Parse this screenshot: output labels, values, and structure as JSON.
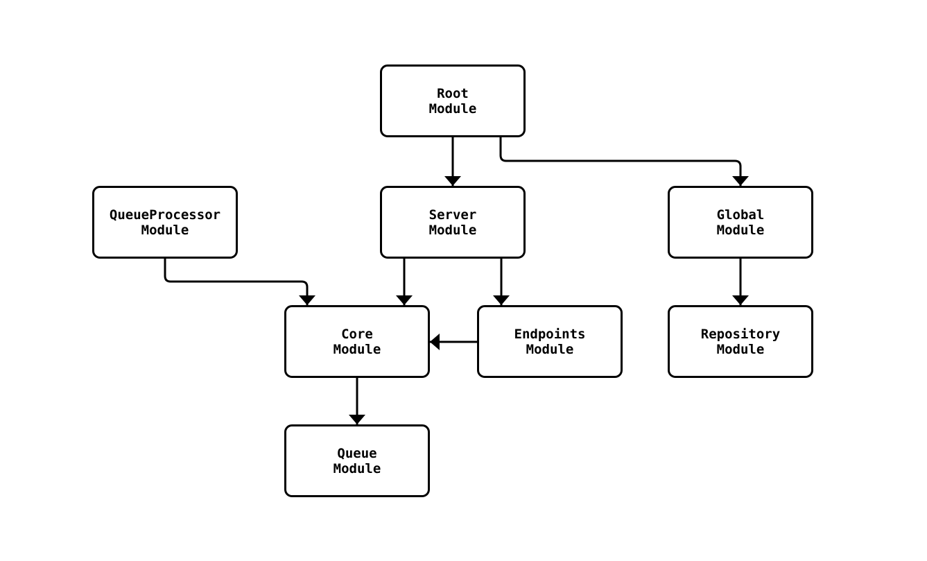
{
  "diagram": {
    "type": "module-dependency-graph",
    "nodes": {
      "root": {
        "label": "Root\nModule"
      },
      "queue_processor": {
        "label": "QueueProcessor\nModule"
      },
      "server": {
        "label": "Server\nModule"
      },
      "global": {
        "label": "Global\nModule"
      },
      "core": {
        "label": "Core\nModule"
      },
      "endpoints": {
        "label": "Endpoints\nModule"
      },
      "repository": {
        "label": "Repository\nModule"
      },
      "queue": {
        "label": "Queue\nModule"
      }
    },
    "edges": [
      {
        "from": "Root Module",
        "to": "Server Module"
      },
      {
        "from": "Root Module",
        "to": "Global Module"
      },
      {
        "from": "QueueProcessor Module",
        "to": "Core Module"
      },
      {
        "from": "Server Module",
        "to": "Core Module"
      },
      {
        "from": "Server Module",
        "to": "Endpoints Module"
      },
      {
        "from": "Endpoints Module",
        "to": "Core Module"
      },
      {
        "from": "Global Module",
        "to": "Repository Module"
      },
      {
        "from": "Core Module",
        "to": "Queue Module"
      }
    ]
  },
  "colors": {
    "background": "#ffffff",
    "node_fill": "#ffffff",
    "line": "#000000",
    "text": "#000000"
  }
}
